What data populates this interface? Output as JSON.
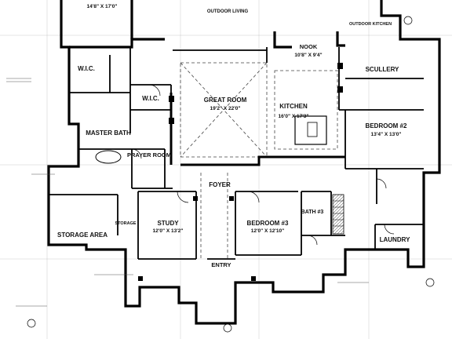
{
  "rooms": [
    {
      "id": "bedroom-top",
      "dim": "14'8\" X 17'0\""
    },
    {
      "id": "outdoor-living",
      "name": "OUTDOOR LIVING"
    },
    {
      "id": "outdoor-kitchen",
      "name": "OUTDOOR KITCHEN"
    },
    {
      "id": "nook",
      "name": "NOOK",
      "dim": "10'8\" X 9'4\""
    },
    {
      "id": "scullery",
      "name": "SCULLERY"
    },
    {
      "id": "wic-1",
      "name": "W.I.C."
    },
    {
      "id": "wic-2",
      "name": "W.I.C."
    },
    {
      "id": "great-room",
      "name": "GREAT ROOM",
      "dim": "19'2\" X 22'0\""
    },
    {
      "id": "kitchen",
      "name": "KITCHEN",
      "dim": "16'0\" X 17'3\""
    },
    {
      "id": "bedroom-2",
      "name": "BEDROOM #2",
      "dim": "13'4\" X 13'0\""
    },
    {
      "id": "master-bath",
      "name": "MASTER BATH"
    },
    {
      "id": "prayer-room",
      "name": "PRAYER ROOM"
    },
    {
      "id": "foyer",
      "name": "FOYER"
    },
    {
      "id": "study",
      "name": "STUDY",
      "dim": "12'0\" X 13'2\""
    },
    {
      "id": "storage",
      "name": "STORAGE"
    },
    {
      "id": "bedroom-3",
      "name": "BEDROOM #3",
      "dim": "12'0\" X 12'10\""
    },
    {
      "id": "bath-3",
      "name": "BATH #3"
    },
    {
      "id": "laundry",
      "name": "LAUNDRY"
    },
    {
      "id": "storage-area",
      "name": "STORAGE AREA"
    },
    {
      "id": "entry",
      "name": "ENTRY"
    }
  ]
}
